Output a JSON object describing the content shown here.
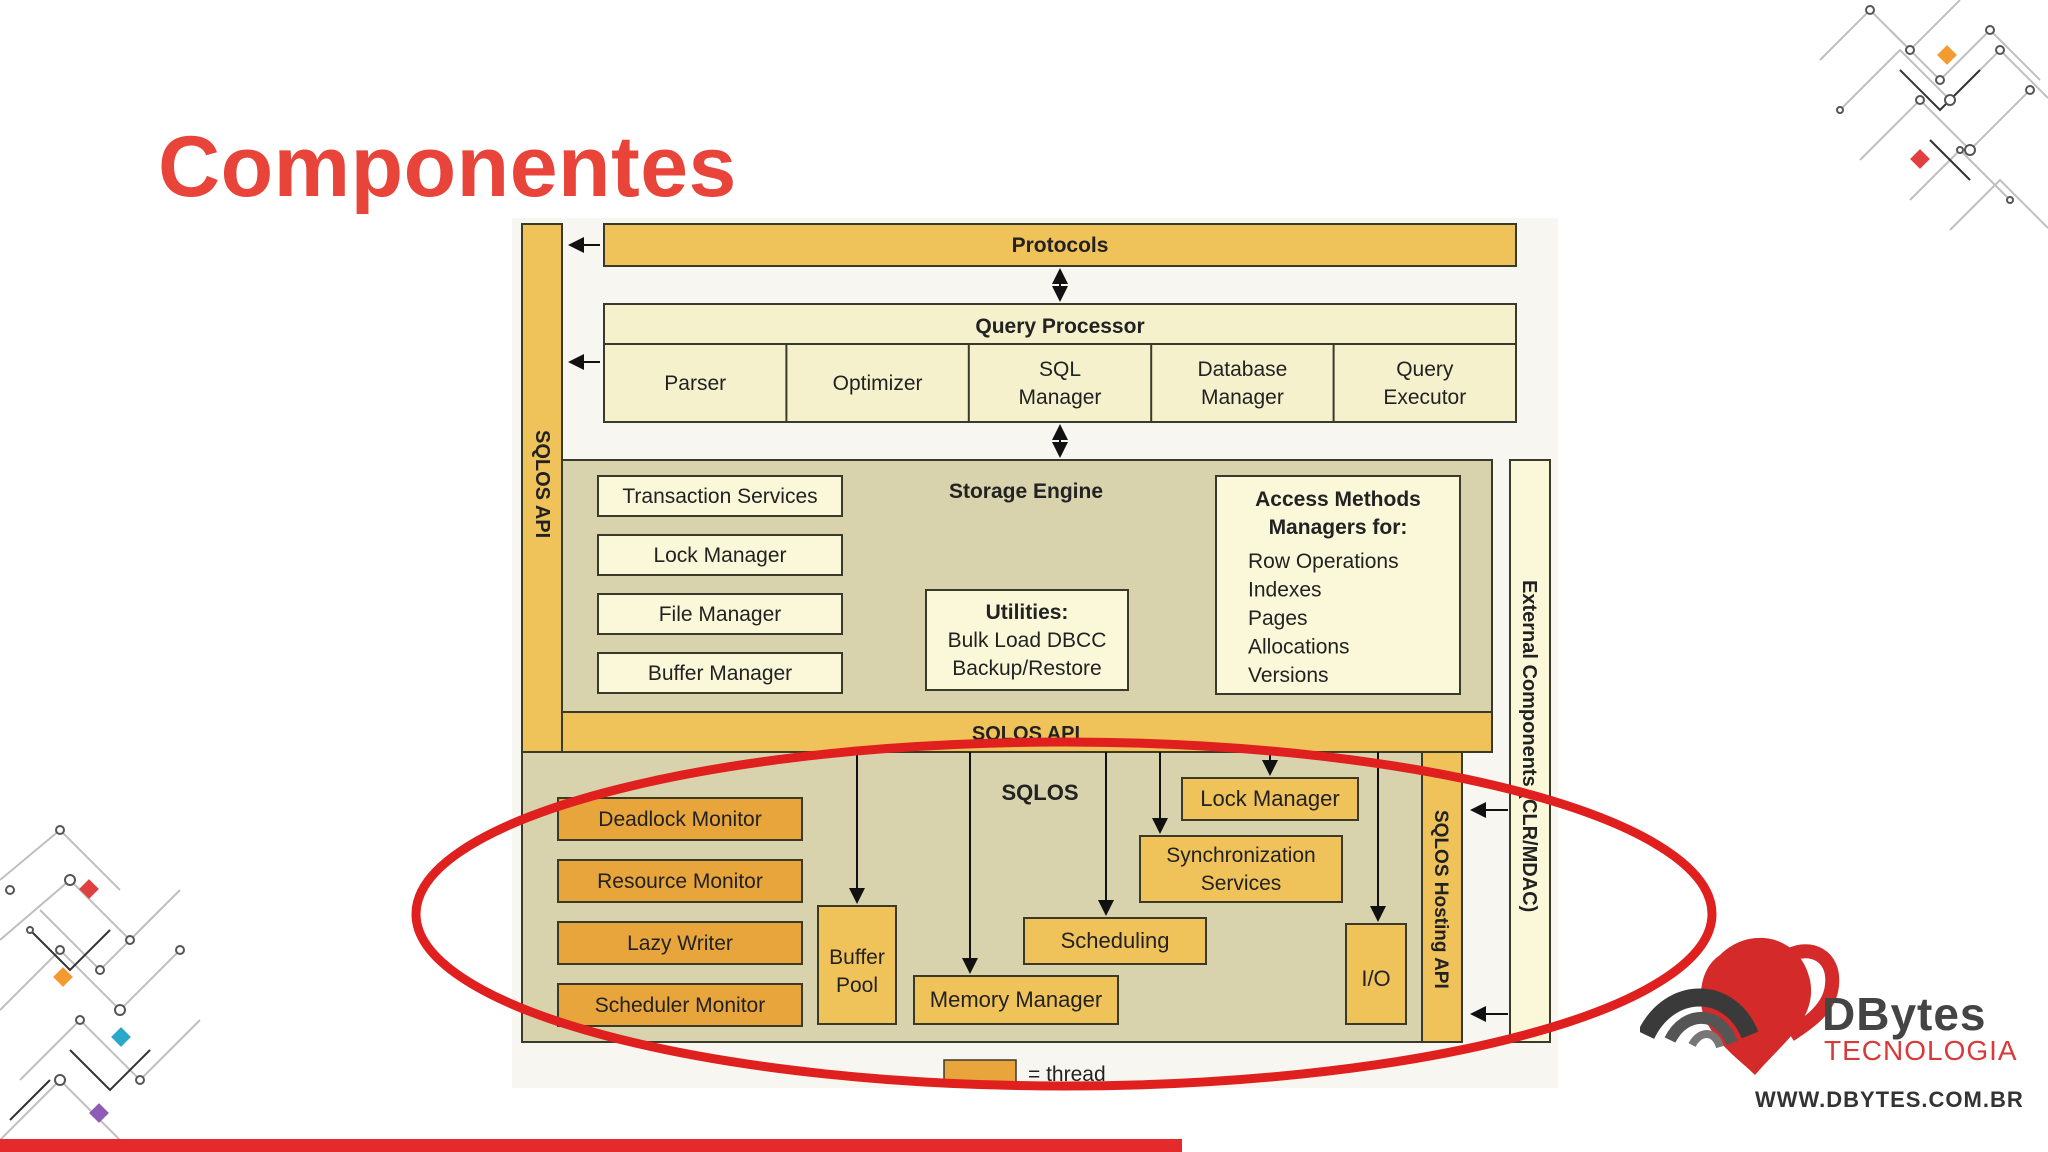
{
  "slide": {
    "title": "Componentes"
  },
  "diagram": {
    "protocols": "Protocols",
    "query_processor": {
      "title": "Query Processor",
      "cells": [
        [
          "Parser"
        ],
        [
          "Optimizer"
        ],
        [
          "SQL",
          "Manager"
        ],
        [
          "Database",
          "Manager"
        ],
        [
          "Query",
          "Executor"
        ]
      ]
    },
    "storage_engine": {
      "title": "Storage Engine",
      "left_boxes": [
        "Transaction Services",
        "Lock Manager",
        "File Manager",
        "Buffer Manager"
      ],
      "utilities": [
        "Utilities:",
        "Bulk Load DBCC",
        "Backup/Restore"
      ],
      "access_methods": {
        "heading": [
          "Access Methods",
          "Managers for:"
        ],
        "items": [
          "Row Operations",
          "Indexes",
          "Pages",
          "Allocations",
          "Versions"
        ]
      }
    },
    "sqlos_api_left": "SQLOS API",
    "sqlos_api_bar": "SQLOS API",
    "sqlos": {
      "title": "SQLOS",
      "threads": [
        "Deadlock Monitor",
        "Resource Monitor",
        "Lazy Writer",
        "Scheduler Monitor"
      ],
      "buffer_pool": [
        "Buffer",
        "Pool"
      ],
      "memory_manager": "Memory Manager",
      "scheduling": "Scheduling",
      "sync_services": [
        "Synchronization",
        "Services"
      ],
      "lock_manager": "Lock Manager",
      "io": "I/O",
      "hosting_api": "SQLOS Hosting API"
    },
    "external_components": "External Components (CLR/MDAC)",
    "legend": "= thread"
  },
  "logo": {
    "name": "DBytes",
    "subtitle": "TECNOLOGIA",
    "url": "WWW.DBYTES.COM.BR"
  },
  "colors": {
    "title_red": "#e8443a",
    "highlight_ellipse": "#e01f1f",
    "gold": "#f0c35a",
    "thread_orange": "#e8a53c",
    "panel_khaki": "#d8d3ad",
    "cream": "#fbf7d9"
  }
}
